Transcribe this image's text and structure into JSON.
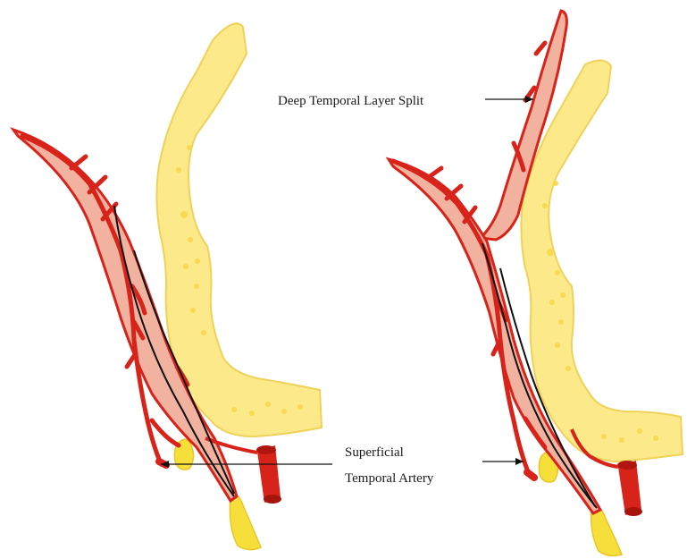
{
  "labels": {
    "deep_split_label": "Deep Temporal Layer Split",
    "superficial_line1": "Superficial",
    "superficial_line2": "Temporal Artery"
  },
  "colors": {
    "fascia_fill": "#f2b2a0",
    "vessel_red": "#d8231b",
    "bone_fill": "#fbe98a",
    "bone_edge": "#eed25a",
    "tendon_yellow": "#f6df3a"
  }
}
